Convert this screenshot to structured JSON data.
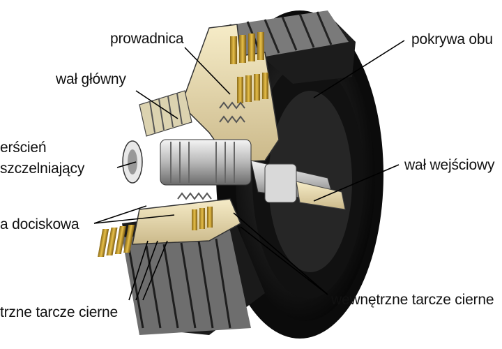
{
  "labels": {
    "prowadnica": "prowadnica",
    "pokrywa": "pokrywa obu",
    "wal_glowny": "wał główny",
    "pierscien_1": "erścień",
    "pierscien_2": "szczelniający",
    "wal_wejsciowy": "wał wejściowy",
    "dociskowa": "a dociskowa",
    "wewnetrzne": "wewnętrzne tarcze cierne",
    "zewnetrzne": "trzne tarcze cierne"
  }
}
